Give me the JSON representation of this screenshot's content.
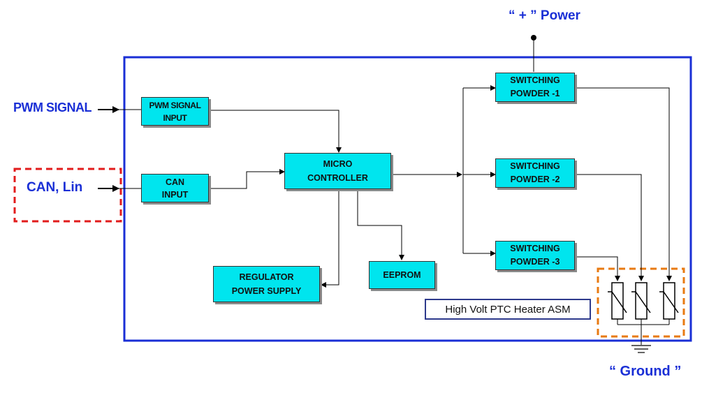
{
  "external": {
    "pwm_signal": "PWM SIGNAL",
    "can_lin": "CAN, Lin",
    "power": "“ + ” Power",
    "ground": "“ Ground ”"
  },
  "blocks": {
    "pwm_input": "PWM SIGNAL\nINPUT",
    "can_input": "CAN\nINPUT",
    "micro": "MICRO\nCONTROLLER",
    "regulator": "REGULATOR\nPOWER SUPPLY",
    "eeprom": "EEPROM",
    "sw1": "SWITCHING\nPOWDER -1",
    "sw2": "SWITCHING\nPOWDER -2",
    "sw3": "SWITCHING\nPOWDER -3"
  },
  "heater_label": "High Volt PTC Heater ASM",
  "colors": {
    "block_fill": "#00e5ee",
    "frame": "#1a2fd6",
    "external_text": "#1a2fd6",
    "can_box": "#e21b1b",
    "heater_box": "#e87a12",
    "caption_border": "#2e3a8c"
  }
}
